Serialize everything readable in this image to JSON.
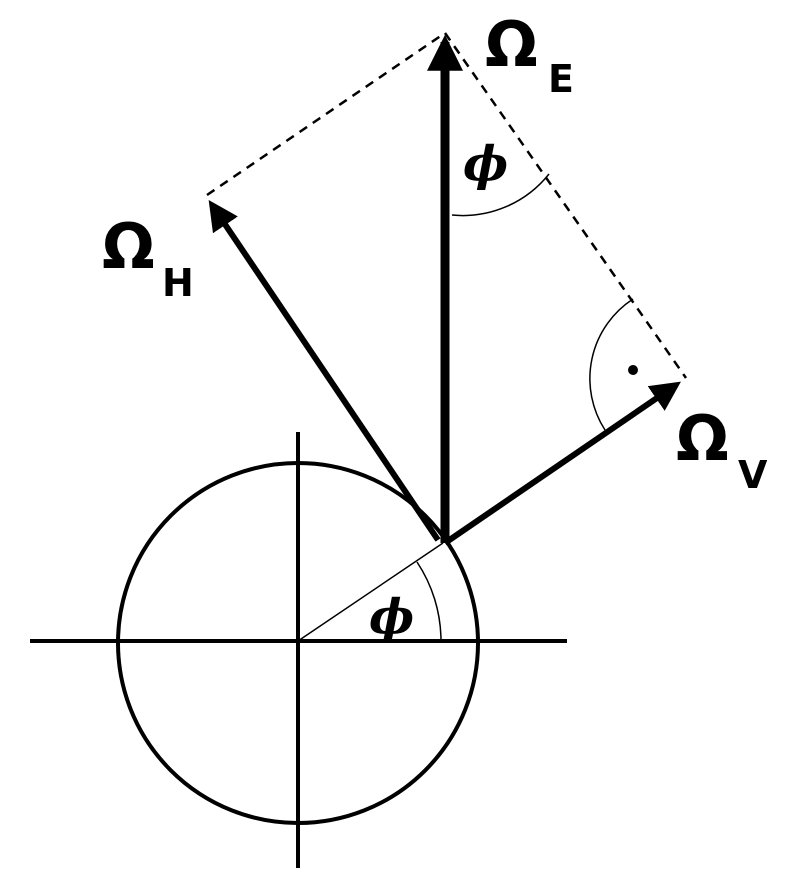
{
  "vectors": {
    "earth_rotation": {
      "symbol": "Ω",
      "subscript": "E"
    },
    "horizontal": {
      "symbol": "Ω",
      "subscript": "H"
    },
    "vertical": {
      "symbol": "Ω",
      "subscript": "V"
    }
  },
  "angles": {
    "latitude_at_center": "ϕ",
    "latitude_at_tip": "ϕ"
  },
  "markers": {
    "right_angle_dot": "•"
  },
  "colors": {
    "stroke": "#000000",
    "background": "#ffffff"
  }
}
